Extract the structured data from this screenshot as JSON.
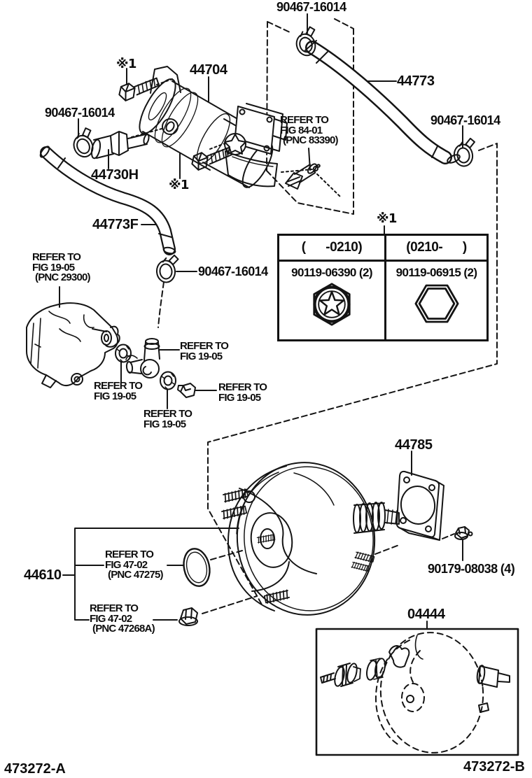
{
  "page": {
    "code_left": "473272-A",
    "code_right": "473272-B",
    "ink_color": "#141414",
    "background_color": "#ffffff"
  },
  "note": "※1",
  "parts": {
    "vacuum_pump_assy": "44704",
    "hose": "44773",
    "hose_no2": "44773F",
    "check_valve": "44730H",
    "clamp": "90467-16014",
    "booster_gasket": "44785",
    "brake_booster_assy": "44610",
    "booster_mount_nut": "90179-08038 (4)",
    "booster_repair_kit": "04444"
  },
  "refs": {
    "fig_84_01": {
      "line1": "REFER TO",
      "line2": "FIG 84-01",
      "line3": "(PNC 83390)"
    },
    "fig_19_05_pump": {
      "line1": "REFER TO",
      "line2": "FIG 19-05",
      "line3": "(PNC 29300)"
    },
    "fig_19_05": {
      "line1": "REFER TO",
      "line2": "FIG 19-05"
    },
    "fig_47_02_oring": {
      "line1": "REFER TO",
      "line2": "FIG 47-02",
      "line3": "(PNC 47275)"
    },
    "fig_47_02_nut": {
      "line1": "REFER TO",
      "line2": "FIG 47-02",
      "line3": "(PNC 47268A)"
    }
  },
  "applicability_table": {
    "note": "※1",
    "columns": [
      {
        "period": "(      -0210)",
        "part_number": "90119-06390 (2)",
        "icon": "torx-head-bolt-icon"
      },
      {
        "period": "(0210-      )",
        "part_number": "90119-06915 (2)",
        "icon": "hex-head-bolt-icon"
      }
    ]
  }
}
